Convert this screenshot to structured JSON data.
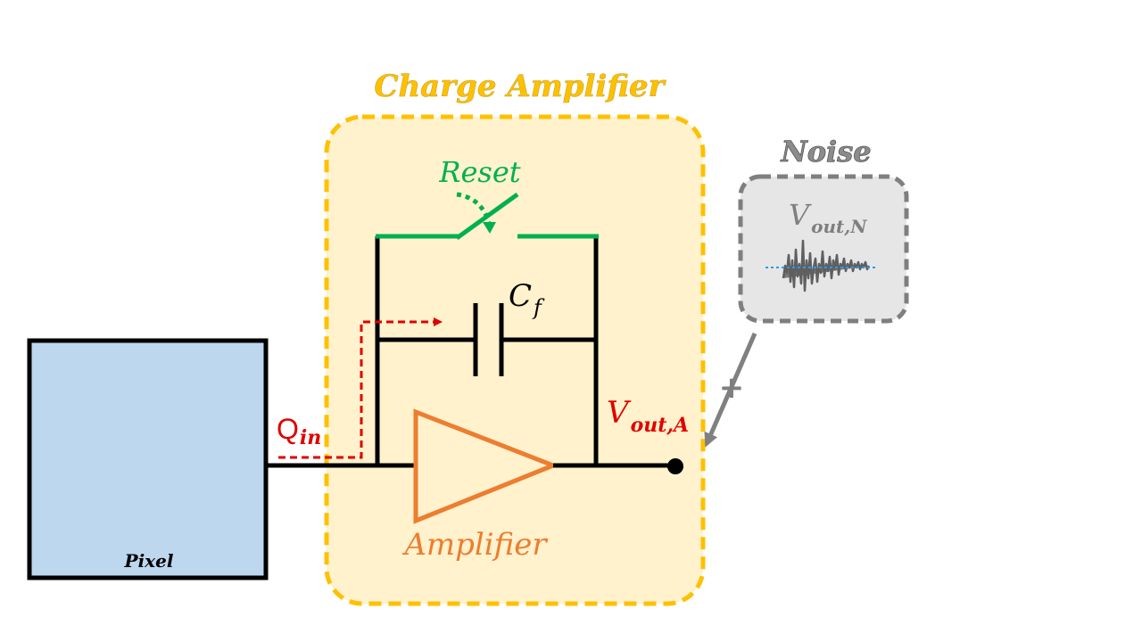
{
  "diagram": {
    "charge_amplifier": {
      "title": "Charge Amplifier",
      "fill": "#fff2cc",
      "border": "#ffc000"
    },
    "reset": {
      "label": "Reset",
      "color": "#00b050"
    },
    "capacitor": {
      "label_main": "C",
      "label_sub": "f"
    },
    "amplifier": {
      "label": "Amplifier",
      "color": "#ed7d31"
    },
    "output": {
      "label_main": "V",
      "label_sub": "out,A",
      "color": "#e00000"
    },
    "charge_input": {
      "label_main": "Q",
      "label_sub": "in",
      "color": "#e00000"
    },
    "pixel": {
      "label": "Pixel",
      "fill": "#bdd7ee"
    },
    "noise": {
      "title": "Noise",
      "label_main": "V",
      "label_sub": "out,N",
      "fill": "#e6e6e6",
      "border": "#7f7f7f",
      "baseline_color": "#2e9be6"
    },
    "plus_sign": "+"
  }
}
